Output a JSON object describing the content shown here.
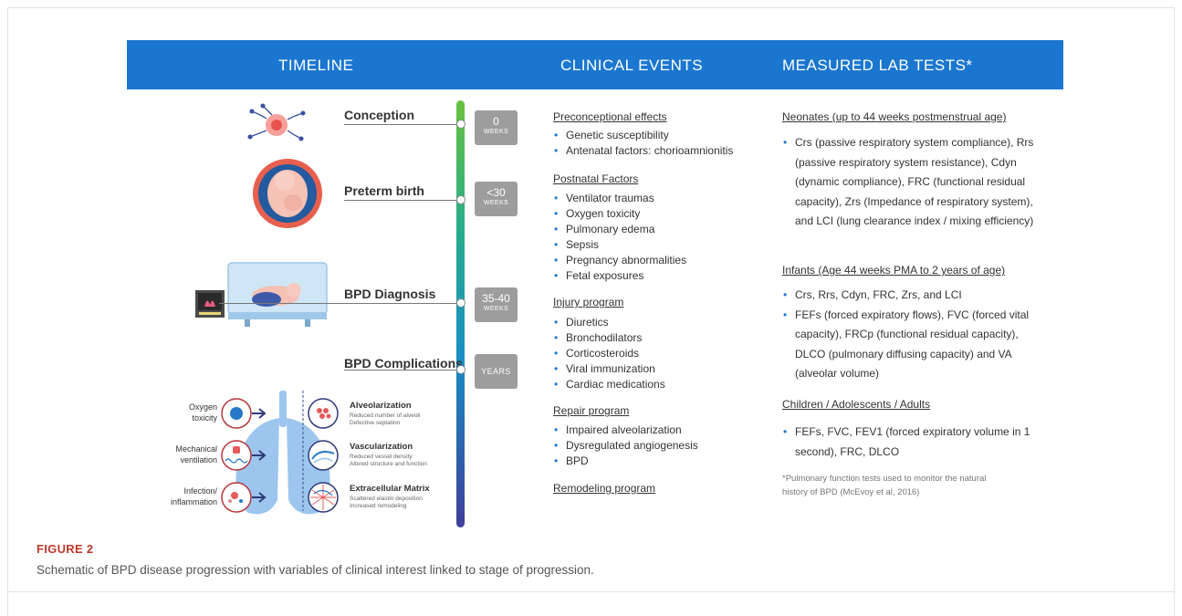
{
  "header": {
    "timeline": "TIMELINE",
    "clinical": "CLINICAL EVENTS",
    "lab": "MEASURED LAB TESTS*"
  },
  "timeline": [
    {
      "label": "Conception",
      "badge_value": "0",
      "badge_unit": "WEEKS"
    },
    {
      "label": "Preterm birth",
      "badge_value": "<30",
      "badge_unit": "WEEKS"
    },
    {
      "label": "BPD Diagnosis",
      "badge_value": "35-40",
      "badge_unit": "WEEKS"
    },
    {
      "label": "BPD Complications",
      "badge_value": "YEARS",
      "badge_unit": ""
    }
  ],
  "injury_factors": [
    {
      "label_line1": "Oxygen",
      "label_line2": "toxicity"
    },
    {
      "label_line1": "Mechanical",
      "label_line2": "ventilation"
    },
    {
      "label_line1": "Infection/",
      "label_line2": "inflammation"
    }
  ],
  "injury_effects": [
    {
      "title": "Alveolarization",
      "sub1": "Reduced number of alveoli",
      "sub2": "Defective septation"
    },
    {
      "title": "Vascularization",
      "sub1": "Reduced vessel density",
      "sub2": "Altered structure and function"
    },
    {
      "title": "Extracellular Matrix",
      "sub1": "Scattered elastin deposition",
      "sub2": "Increased remodeling"
    }
  ],
  "clinical_events": [
    {
      "heading": "Preconceptional effects",
      "items": [
        "Genetic susceptibility",
        "Antenatal factors: chorioamnionitis"
      ]
    },
    {
      "heading": "Postnatal Factors",
      "items": [
        "Ventilator traumas",
        "Oxygen toxicity",
        "Pulmonary edema",
        "Sepsis",
        "Pregnancy abnormalities",
        "Fetal exposures"
      ]
    },
    {
      "heading": "Injury program",
      "items": [
        "Diuretics",
        "Bronchodilators",
        "Corticosteroids",
        "Viral immunization",
        "Cardiac medications"
      ]
    },
    {
      "heading": "Repair program",
      "items": [
        "Impaired alveolarization",
        "Dysregulated angiogenesis",
        "BPD"
      ]
    },
    {
      "heading": "Remodeling program",
      "items": []
    }
  ],
  "lab_tests": [
    {
      "heading": "Neonates (up to 44 weeks postmenstrual age)",
      "items": [
        "Crs (passive respiratory system compliance), Rrs (passive respiratory system resistance), Cdyn (dynamic compliance), FRC (functional residual capacity), Zrs (Impedance of respiratory system), and LCI (lung clearance index / mixing efficiency)"
      ]
    },
    {
      "heading": "Infants (Age 44 weeks PMA to 2 years of age)",
      "items": [
        "Crs, Rrs, Cdyn, FRC, Zrs,  and LCI",
        "FEFs (forced expiratory flows), FVC (forced vital capacity), FRCp (functional residual capacity), DLCO (pulmonary diffusing capacity) and VA (alveolar volume)"
      ]
    },
    {
      "heading": "Children / Adolescents / Adults",
      "items": [
        "FEFs, FVC, FEV1 (forced expiratory volume in 1 second), FRC, DLCO"
      ]
    }
  ],
  "footnote_line1": "*Pulmonary function tests used to monitor the natural",
  "footnote_line2": "history of BPD (McEvoy et al, 2016)",
  "figure_label": "FIGURE 2",
  "figure_caption": "Schematic of BPD disease progression with variables of clinical interest linked to stage of progression.",
  "colors": {
    "header_blue": "#1b76cf",
    "badge_gray": "#9d9d9d",
    "figure_label_red": "#c0392b"
  }
}
